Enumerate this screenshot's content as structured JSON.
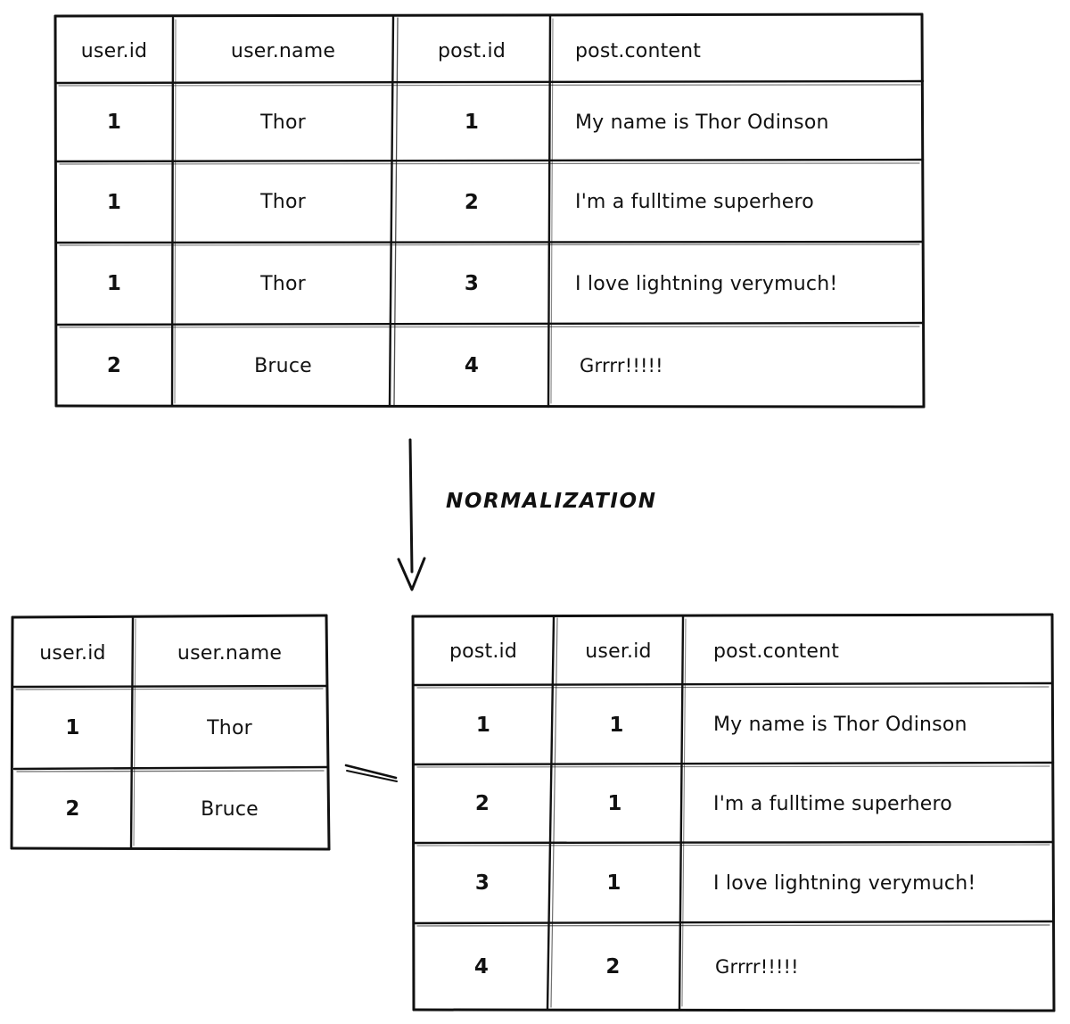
{
  "diagram": {
    "title_label": "NORMALIZATION",
    "arrow_name": "normalization-arrow",
    "relation_connector_name": "relation-connector-line",
    "ink_color": "#111111",
    "background_color": "#ffffff"
  },
  "denormalized_table": {
    "name": "denormalized-joined-table",
    "columns": [
      "user.id",
      "user.name",
      "post.id",
      "post.content"
    ],
    "rows": [
      [
        "1",
        "Thor",
        "1",
        "My name is Thor Odinson"
      ],
      [
        "1",
        "Thor",
        "2",
        "I'm a fulltime superhero"
      ],
      [
        "1",
        "Thor",
        "3",
        "I love lightning verymuch!"
      ],
      [
        "2",
        "Bruce",
        "4",
        "Grrrr!!!!!"
      ]
    ]
  },
  "user_table": {
    "name": "user-table",
    "columns": [
      "user.id",
      "user.name"
    ],
    "rows": [
      [
        "1",
        "Thor"
      ],
      [
        "2",
        "Bruce"
      ]
    ]
  },
  "post_table": {
    "name": "post-table",
    "columns": [
      "post.id",
      "user.id",
      "post.content"
    ],
    "rows": [
      [
        "1",
        "1",
        "My name is Thor Odinson"
      ],
      [
        "2",
        "1",
        "I'm a fulltime superhero"
      ],
      [
        "3",
        "1",
        "I love lightning verymuch!"
      ],
      [
        "4",
        "2",
        "Grrrr!!!!!"
      ]
    ]
  }
}
